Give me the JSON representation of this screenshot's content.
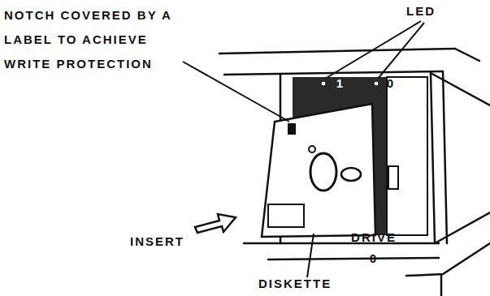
{
  "diagram": {
    "labels": [
      "NOTCH COVERED BY A LABEL TO ACHIEVE WRITE PROTECTION",
      "LED",
      "1",
      "0",
      "INSERT",
      "DRIVE 0",
      "DISKETTE"
    ]
  }
}
